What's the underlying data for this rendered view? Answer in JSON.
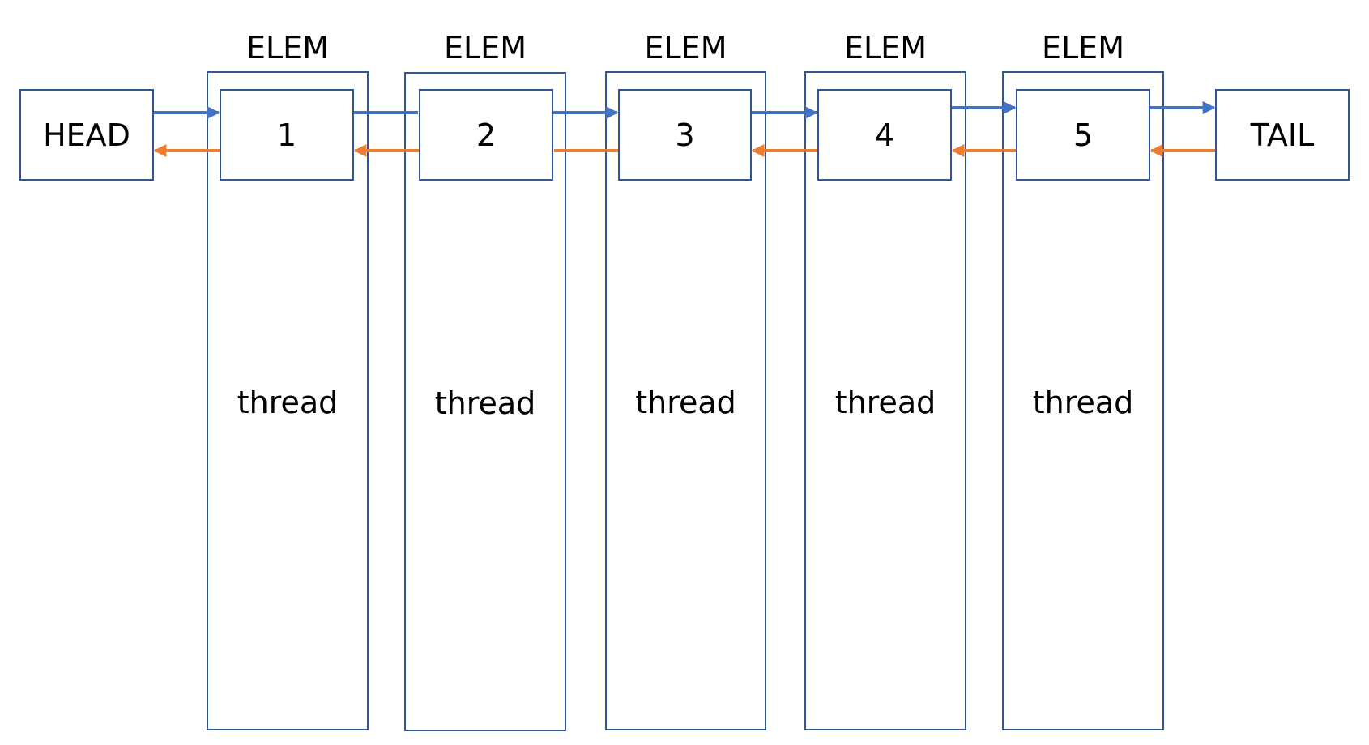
{
  "head": {
    "label": "HEAD"
  },
  "tail": {
    "label": "TAIL"
  },
  "elements": [
    {
      "title": "ELEM",
      "value": "1",
      "body_label": "thread"
    },
    {
      "title": "ELEM",
      "value": "2",
      "body_label": "thread"
    },
    {
      "title": "ELEM",
      "value": "3",
      "body_label": "thread"
    },
    {
      "title": "ELEM",
      "value": "4",
      "body_label": "thread"
    },
    {
      "title": "ELEM",
      "value": "5",
      "body_label": "thread"
    }
  ],
  "colors": {
    "border": "#2F5597",
    "next_arrow": "#4472C4",
    "prev_arrow": "#ED7D31"
  }
}
